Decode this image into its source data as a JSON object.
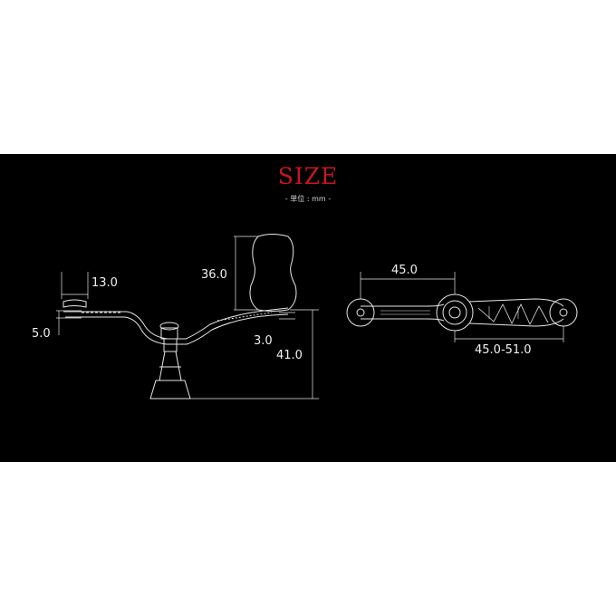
{
  "title": "SIZE",
  "unit_label": "- 単位 : mm -",
  "colors": {
    "background": "#000000",
    "title": "#c8161e",
    "lines": "#e6e6e6"
  },
  "side_view": {
    "dim_knob_width": "13.0",
    "dim_knob_height": "36.0",
    "dim_arm_thickness": "5.0",
    "dim_knob_offset": "3.0",
    "dim_total_height": "41.0"
  },
  "top_view": {
    "dim_left_arm": "45.0",
    "dim_right_arm": "45.0-51.0"
  }
}
